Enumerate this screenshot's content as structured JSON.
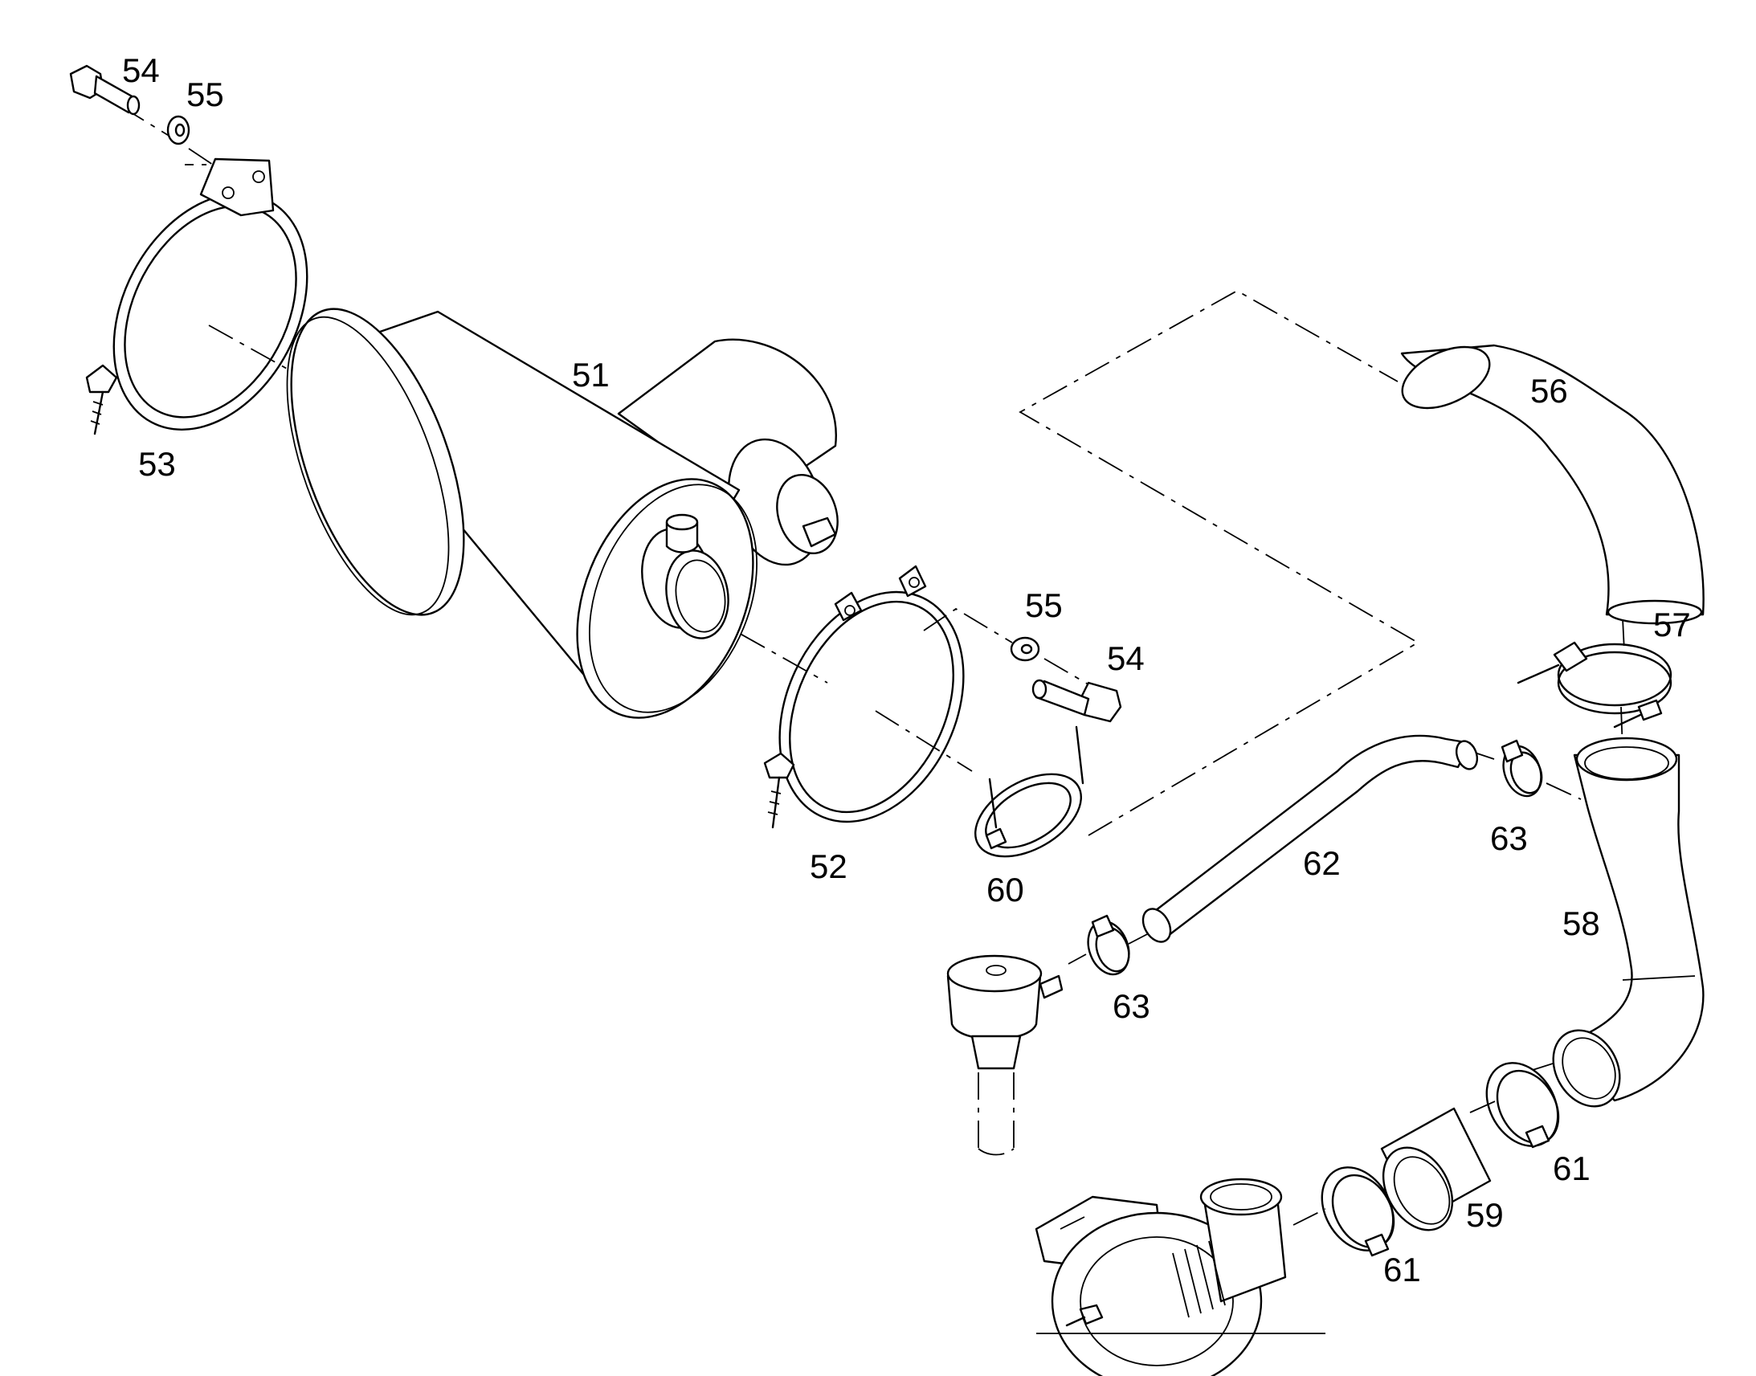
{
  "callouts": [
    {
      "id": "c54a",
      "text": "54"
    },
    {
      "id": "c55a",
      "text": "55"
    },
    {
      "id": "c53",
      "text": "53"
    },
    {
      "id": "c51",
      "text": "51"
    },
    {
      "id": "c56",
      "text": "56"
    },
    {
      "id": "c55b",
      "text": "55"
    },
    {
      "id": "c54b",
      "text": "54"
    },
    {
      "id": "c57",
      "text": "57"
    },
    {
      "id": "c52",
      "text": "52"
    },
    {
      "id": "c60",
      "text": "60"
    },
    {
      "id": "c62",
      "text": "62"
    },
    {
      "id": "c63a",
      "text": "63"
    },
    {
      "id": "c63b",
      "text": "63"
    },
    {
      "id": "c58",
      "text": "58"
    },
    {
      "id": "c61a",
      "text": "61"
    },
    {
      "id": "c59",
      "text": "59"
    },
    {
      "id": "c61b",
      "text": "61"
    }
  ]
}
